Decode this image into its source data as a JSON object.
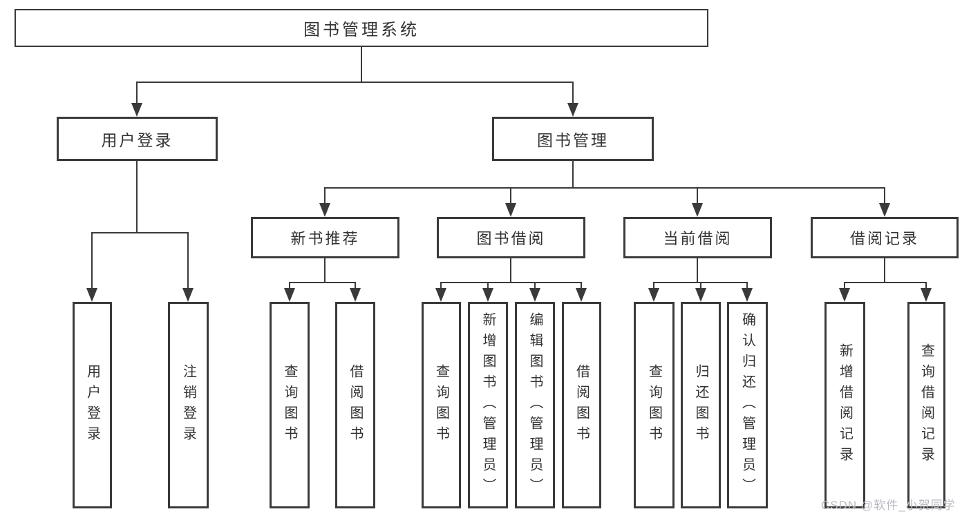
{
  "tree": {
    "root": {
      "label": "图书管理系统"
    },
    "level2": [
      {
        "label": "用户登录",
        "children": [
          {
            "label": "用户登录"
          },
          {
            "label": "注销登录"
          }
        ]
      },
      {
        "label": "图书管理",
        "children": [
          {
            "label": "新书推荐",
            "children": [
              {
                "label": "查询图书"
              },
              {
                "label": "借阅图书"
              }
            ]
          },
          {
            "label": "图书借阅",
            "children": [
              {
                "label": "查询图书"
              },
              {
                "label": "新增图书（管理员）"
              },
              {
                "label": "编辑图书（管理员）"
              },
              {
                "label": "借阅图书"
              }
            ]
          },
          {
            "label": "当前借阅",
            "children": [
              {
                "label": "查询图书"
              },
              {
                "label": "归还图书"
              },
              {
                "label": "确认归还（管理员）"
              }
            ]
          },
          {
            "label": "借阅记录",
            "children": [
              {
                "label": "新增借阅记录"
              },
              {
                "label": "查询借阅记录"
              }
            ]
          }
        ]
      }
    ]
  },
  "watermark": {
    "label": "CSDN @软件_小贺同学"
  },
  "colors": {
    "line": "#3a3a3a",
    "box_border": "#3a3a3a",
    "box_fill": "#ffffff",
    "text": "#333333",
    "watermark_text": "#b7bac0",
    "background": "#ffffff"
  }
}
